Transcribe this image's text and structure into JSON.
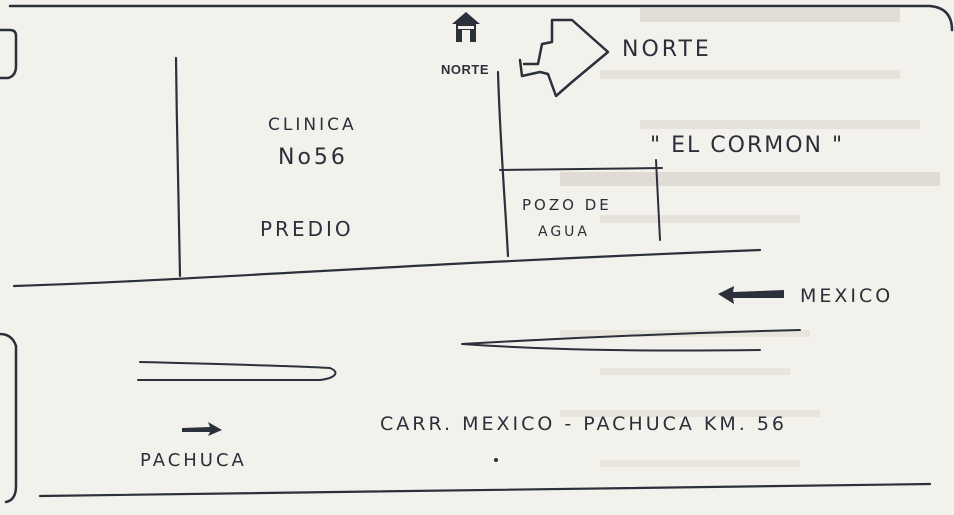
{
  "compass": {
    "icon": "house-north-icon",
    "label": "NORTE",
    "arrow_label": "NORTE"
  },
  "labels": {
    "clinic_line1": "CLINICA",
    "clinic_line2": "No56",
    "predio": "PREDIO",
    "landmark": "\" EL CORMON \"",
    "well_line1": "POZO DE",
    "well_line2": "AGUA"
  },
  "directions": {
    "mexico": "MEXICO",
    "pachuca": "PACHUCA",
    "road": "CARR. MEXICO - PACHUCA KM. 56"
  },
  "colors": {
    "ink": "#2c303b",
    "paper": "#f3f1ec",
    "bleed": "#cfcbc3"
  }
}
